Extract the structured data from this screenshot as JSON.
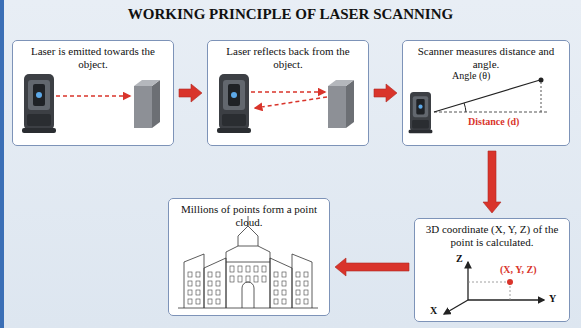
{
  "diagram": {
    "title": "WORKING PRINCIPLE OF LASER SCANNING",
    "nodes": [
      {
        "text": [
          "Laser is emitted towards the object."
        ]
      },
      {
        "text": [
          "Laser reflects back from the object."
        ]
      },
      {
        "text": [
          "Scanner measures distance and angle."
        ]
      },
      {
        "text": [
          "3D coordinate (X, Y, Z) of the point is calculated."
        ]
      },
      {
        "text": [
          "Millions of points form a point cloud."
        ]
      }
    ],
    "edges": [
      {
        "from": 0,
        "to": 1,
        "arrow": "to"
      },
      {
        "from": 1,
        "to": 2,
        "arrow": "to"
      },
      {
        "from": 2,
        "to": 3,
        "arrow": "to"
      },
      {
        "from": 3,
        "to": 4,
        "arrow": "to"
      }
    ],
    "labels": [
      "Angle (θ)",
      "Distance (d)",
      "Z",
      "X",
      "Y",
      "(X, Y, Z)"
    ]
  }
}
